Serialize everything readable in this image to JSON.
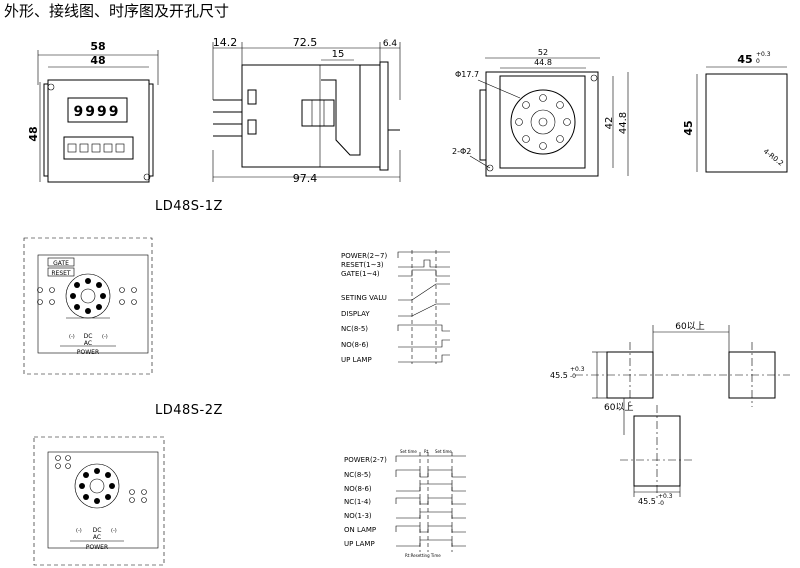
{
  "heading": "外形、接线图、时序图及开孔尺寸",
  "front_view": {
    "width_outer": "58",
    "width_inner": "48",
    "height": "48",
    "display": "9999"
  },
  "side_view": {
    "d1": "14.2",
    "d2": "72.5",
    "d3": "15",
    "d4": "6.4",
    "total": "97.4"
  },
  "socket_view": {
    "width_outer": "52",
    "width_inner": "44.8",
    "height_a": "42",
    "height_b": "44.8",
    "hole": "Φ17.7",
    "mount": "2-Φ2"
  },
  "cutout_small": {
    "width": "45",
    "height": "45",
    "tol": "+0.3",
    "tol0": "0",
    "radius": "4-R0.2"
  },
  "model_1": "LD48S-1Z",
  "model_2": "LD48S-2Z",
  "wiring_1": {
    "gate": "GATE",
    "reset": "RESET",
    "dc": "DC",
    "ac": "AC",
    "neg": "(-)",
    "power": "POWER"
  },
  "wiring_2": {
    "dc": "DC",
    "ac": "AC",
    "neg": "(-)",
    "power": "POWER"
  },
  "timing_1": {
    "labels": [
      "POWER(2~7)",
      "RESET(1~3)",
      "GATE(1~4)",
      "SETING VALU",
      "DISPLAY",
      "NC(8-5)",
      "NO(8-6)",
      "UP LAMP"
    ]
  },
  "timing_2": {
    "labels": [
      "POWER(2-7)",
      "NC(8-5)",
      "NO(8-6)",
      "NC(1-4)",
      "NO(1-3)",
      "ON LAMP",
      "UP LAMP"
    ],
    "top_a": "Set time",
    "top_b": "Rt",
    "top_c": "Set time",
    "bottom": "Rt:Resetting Time"
  },
  "cutout_layout": {
    "spacing_h": "60以上",
    "spacing_v": "60以上",
    "size_a": "45.5",
    "size_b": "45.5",
    "tol": "+0.3",
    "tol0": "-0"
  }
}
